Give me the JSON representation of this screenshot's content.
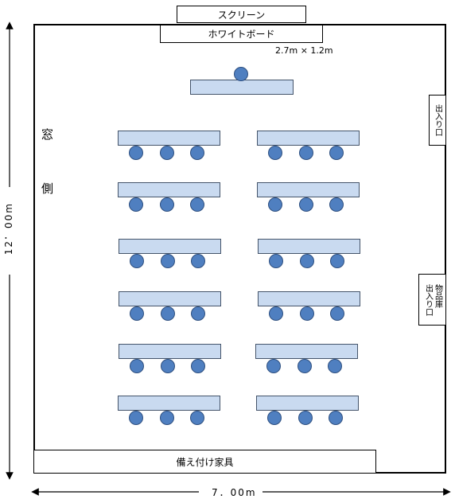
{
  "screen": {
    "label": "スクリーン"
  },
  "whiteboard": {
    "label": "ホワイトボード",
    "size": "2.7m × 1.2m"
  },
  "window_side": {
    "char1": "窓",
    "char2": "側"
  },
  "exit_top": {
    "label": "出入り口"
  },
  "exit_bottom": {
    "label": "物品庫\n出入り口"
  },
  "furniture": {
    "label": "備え付け家具"
  },
  "dimensions": {
    "height": "12．00m",
    "width": "7．00m"
  },
  "layout": {
    "rows": 6,
    "columns_of_desks": 2,
    "seats_per_desk": 3,
    "desk_color": "#c9daf0",
    "seat_color": "#4f7fc0"
  }
}
